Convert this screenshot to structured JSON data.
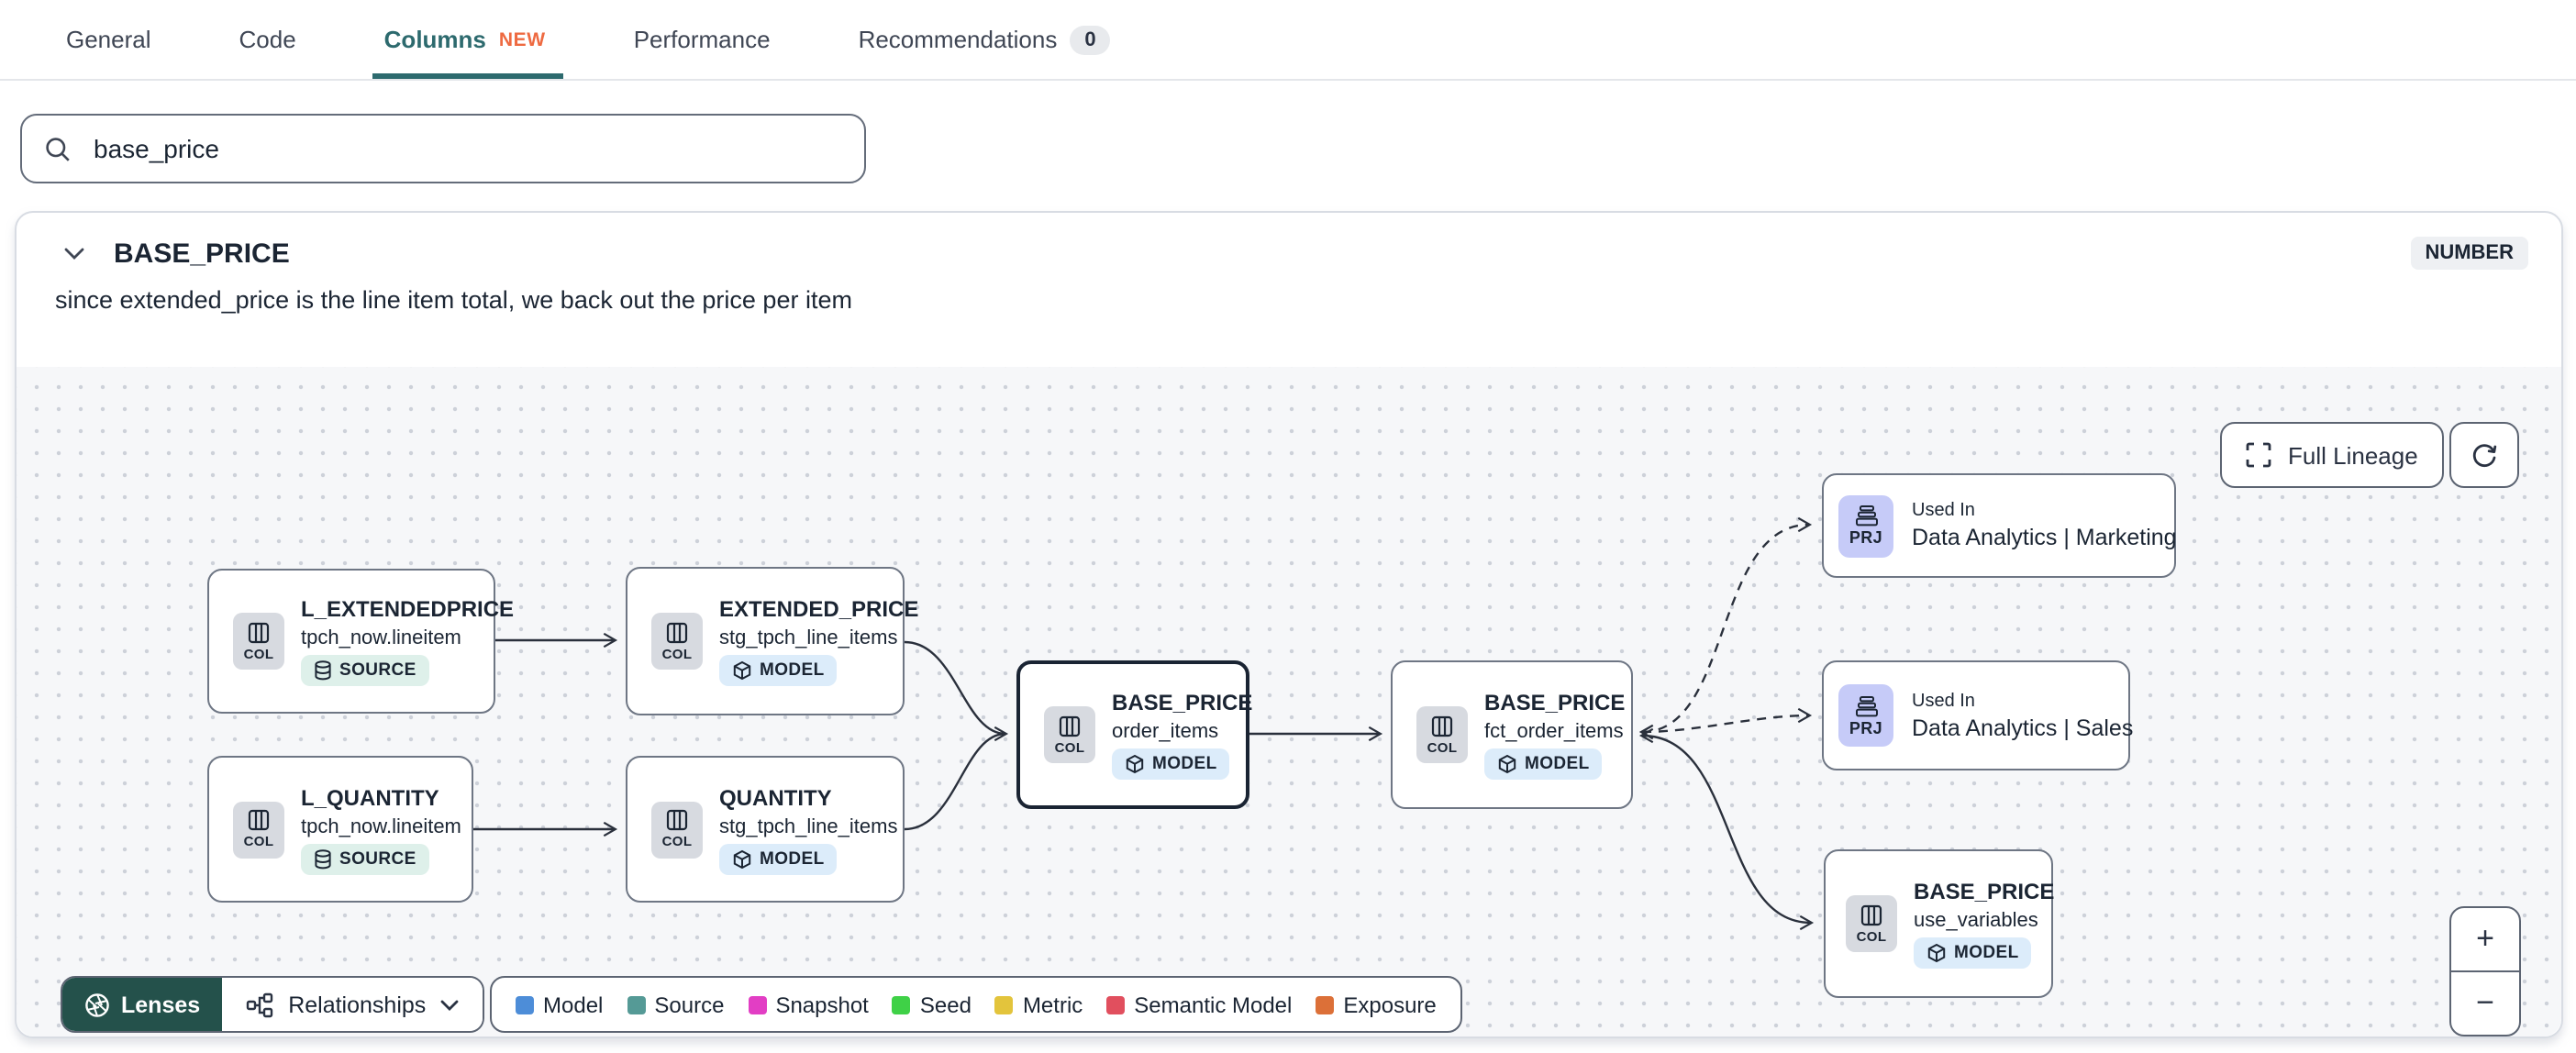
{
  "tabs": [
    {
      "label": "General"
    },
    {
      "label": "Code"
    },
    {
      "label": "Columns",
      "badge": "NEW"
    },
    {
      "label": "Performance"
    },
    {
      "label": "Recommendations",
      "count": "0"
    }
  ],
  "search": {
    "value": "base_price"
  },
  "column": {
    "name": "BASE_PRICE",
    "type": "NUMBER",
    "description": "since extended_price is the line item total, we back out the price per item"
  },
  "lineage": {
    "full_lineage_label": "Full Lineage",
    "lenses_label": "Lenses",
    "relationships_label": "Relationships",
    "zoom_in": "+",
    "zoom_out": "−",
    "nodes": [
      {
        "kind": "COL",
        "title": "L_EXTENDEDPRICE",
        "subtitle": "tpch_now.lineitem",
        "badge": "SOURCE"
      },
      {
        "kind": "COL",
        "title": "EXTENDED_PRICE",
        "subtitle": "stg_tpch_line_items",
        "badge": "MODEL"
      },
      {
        "kind": "COL",
        "title": "L_QUANTITY",
        "subtitle": "tpch_now.lineitem",
        "badge": "SOURCE"
      },
      {
        "kind": "COL",
        "title": "QUANTITY",
        "subtitle": "stg_tpch_line_items",
        "badge": "MODEL"
      },
      {
        "kind": "COL",
        "title": "BASE_PRICE",
        "subtitle": "order_items",
        "badge": "MODEL"
      },
      {
        "kind": "COL",
        "title": "BASE_PRICE",
        "subtitle": "fct_order_items",
        "badge": "MODEL"
      },
      {
        "kind": "PRJ",
        "label": "Used In",
        "title": "Data Analytics | Marketing"
      },
      {
        "kind": "PRJ",
        "label": "Used In",
        "title": "Data Analytics | Sales"
      },
      {
        "kind": "COL",
        "title": "BASE_PRICE",
        "subtitle": "use_variables",
        "badge": "MODEL"
      }
    ],
    "legend": [
      {
        "label": "Model",
        "color": "#4d8dd8"
      },
      {
        "label": "Source",
        "color": "#559a96"
      },
      {
        "label": "Snapshot",
        "color": "#e23ec4"
      },
      {
        "label": "Seed",
        "color": "#3fd147"
      },
      {
        "label": "Metric",
        "color": "#e3c43c"
      },
      {
        "label": "Semantic Model",
        "color": "#e14f5e"
      },
      {
        "label": "Exposure",
        "color": "#dc7038"
      }
    ]
  },
  "colors": {
    "accent-teal": "#2d6a6e",
    "new-orange": "#ee6a41",
    "lenses-green": "#24514b",
    "canvas-bg": "#f6f7f9",
    "node-border": "#6e7684",
    "selected-border": "#1a2433",
    "source-badge-bg": "#def0ea",
    "model-badge-bg": "#dcecfa",
    "prj-badge-bg": "#c6cbf8",
    "col-badge-bg": "#d7dae0"
  }
}
